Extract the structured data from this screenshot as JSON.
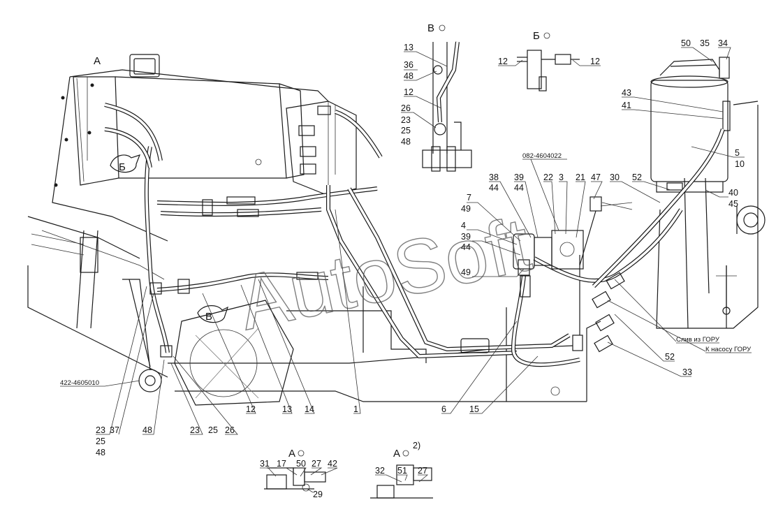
{
  "view_labels": {
    "A_main": "A",
    "B_detail": "В",
    "Bcyr_detail": "Б",
    "A_bottom1": "А",
    "A_bottom2": "А",
    "A_bottom2_note": "2)",
    "Bcyr_balloon": "Б",
    "B_balloon": "В"
  },
  "part_refs": {
    "p_082": "082-4604022",
    "p_422": "422-4605010",
    "drain_label": "Слив из ГОРУ",
    "pump_label": "К насосу ГОРУ"
  },
  "watermark": "AutoSoft",
  "callouts": {
    "c13a": "13",
    "c36": "36",
    "c48a": "48",
    "c12a": "12",
    "c26a": "26",
    "c23a": "23",
    "c25a": "25",
    "c48b": "48",
    "c12b": "12",
    "c12c": "12",
    "c50a": "50",
    "c35": "35",
    "c34": "34",
    "c43": "43",
    "c41": "41",
    "c5": "5",
    "c10": "10",
    "c38": "38",
    "c44a": "44",
    "c39a": "39",
    "c44b": "44",
    "c22": "22",
    "c3": "3",
    "c21": "21",
    "c47": "47",
    "c30": "30",
    "c52a": "52",
    "c40": "40",
    "c45": "45",
    "c7": "7",
    "c49a": "49",
    "c4": "4",
    "c39b": "39",
    "c44c": "44",
    "c49b": "49",
    "c52b": "52",
    "c33": "33",
    "c12d": "12",
    "c13b": "13",
    "c14": "14",
    "c1": "1",
    "c6": "6",
    "c15": "15",
    "c23b": "23",
    "c37": "37",
    "c25b": "25",
    "c48c": "48",
    "c48d": "48",
    "c23c": "23",
    "c25c": "25",
    "c26b": "26",
    "c31": "31",
    "c17": "17",
    "c50b": "50",
    "c27a": "27",
    "c42": "42",
    "c29": "29",
    "c32": "32",
    "c51": "51",
    "c27b": "27"
  }
}
